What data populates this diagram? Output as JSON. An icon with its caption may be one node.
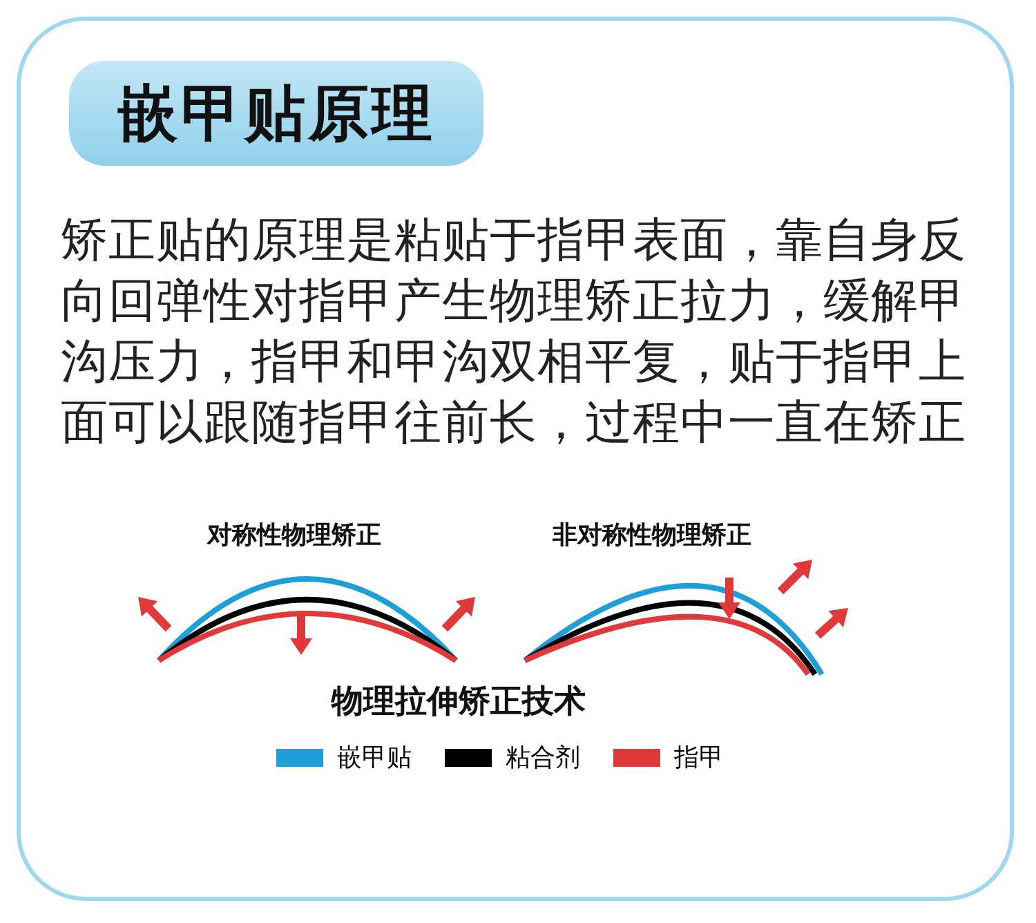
{
  "diagram": {
    "title": "嵌甲贴原理",
    "labels": [
      "矫正贴的原理是粘贴于指甲表面，靠自身反向回弹性对指甲产生物理矫正拉力，缓解甲沟压力，指甲和甲沟双相平复，贴于指甲上面可以跟随指甲往前长，过程中一直在矫正",
      "对称性物理矫正",
      "非对称性物理矫正",
      "物理拉伸矫正技术"
    ],
    "legend": [
      {
        "text": "嵌甲贴",
        "color": "#1e9fd8"
      },
      {
        "text": "粘合剂",
        "color": "#000000"
      },
      {
        "text": "指甲",
        "color": "#e0393a"
      }
    ]
  }
}
